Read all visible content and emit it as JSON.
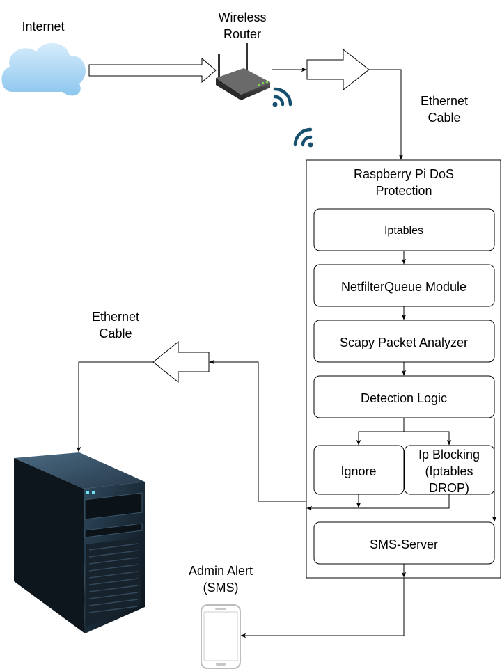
{
  "nodes": {
    "internet": "Internet",
    "router_line1": "Wireless",
    "router_line2": "Router",
    "eth_top_line1": "Ethernet",
    "eth_top_line2": "Cable",
    "eth_left_line1": "Ethernet",
    "eth_left_line2": "Cable",
    "pi_line1": "Raspberry Pi DoS",
    "pi_line2": "Protection",
    "iptables": "Iptables",
    "netfilter": "NetfilterQueue Module",
    "scapy": "Scapy Packet Analyzer",
    "detection": "Detection Logic",
    "ignore": "Ignore",
    "block_line1": "Ip Blocking",
    "block_line2": "(Iptables",
    "block_line3": "DROP)",
    "sms": "SMS-Server",
    "alert_line1": "Admin Alert",
    "alert_line2": "(SMS)"
  },
  "colors": {
    "wifi_signal": "#17506f",
    "cloud": "#9ed0f2"
  },
  "icons": [
    "cloud-icon",
    "wireless-router-icon",
    "wifi-signal-icon",
    "server-tower-icon",
    "smartphone-icon"
  ]
}
